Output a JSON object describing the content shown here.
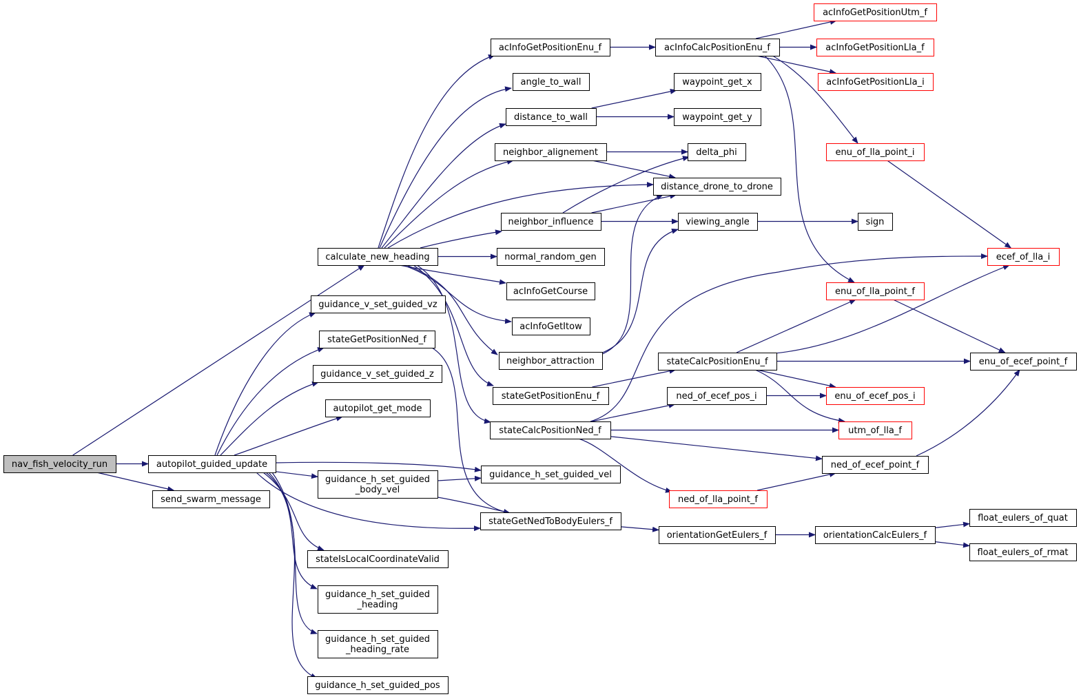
{
  "nodes": {
    "nav_fish_velocity_run": {
      "lines": [
        "nav_fish_velocity_run"
      ],
      "kind": "root"
    },
    "autopilot_guided_update": {
      "lines": [
        "autopilot_guided_update"
      ]
    },
    "calculate_new_heading": {
      "lines": [
        "calculate_new_heading"
      ]
    },
    "send_swarm_message": {
      "lines": [
        "send_swarm_message"
      ]
    },
    "acInfoGetPositionEnu_f": {
      "lines": [
        "acInfoGetPositionEnu_f"
      ]
    },
    "angle_to_wall": {
      "lines": [
        "angle_to_wall"
      ]
    },
    "distance_to_wall": {
      "lines": [
        "distance_to_wall"
      ]
    },
    "neighbor_alignement": {
      "lines": [
        "neighbor_alignement"
      ]
    },
    "neighbor_influence": {
      "lines": [
        "neighbor_influence"
      ]
    },
    "normal_random_gen": {
      "lines": [
        "normal_random_gen"
      ]
    },
    "acInfoGetCourse": {
      "lines": [
        "acInfoGetCourse"
      ]
    },
    "acInfoGetItow": {
      "lines": [
        "acInfoGetItow"
      ]
    },
    "neighbor_attraction": {
      "lines": [
        "neighbor_attraction"
      ]
    },
    "stateGetPositionEnu_f": {
      "lines": [
        "stateGetPositionEnu_f"
      ]
    },
    "stateCalcPositionNed_f": {
      "lines": [
        "stateCalcPositionNed_f"
      ]
    },
    "guidance_v_set_guided_vz": {
      "lines": [
        "guidance_v_set_guided_vz"
      ]
    },
    "stateGetPositionNed_f": {
      "lines": [
        "stateGetPositionNed_f"
      ]
    },
    "guidance_v_set_guided_z": {
      "lines": [
        "guidance_v_set_guided_z"
      ]
    },
    "autopilot_get_mode": {
      "lines": [
        "autopilot_get_mode"
      ]
    },
    "guidance_h_set_guided_body_vel": {
      "lines": [
        "guidance_h_set_guided",
        "_body_vel"
      ]
    },
    "guidance_h_set_guided_vel": {
      "lines": [
        "guidance_h_set_guided_vel"
      ]
    },
    "stateGetNedToBodyEulers_f": {
      "lines": [
        "stateGetNedToBodyEulers_f"
      ]
    },
    "stateIsLocalCoordinateValid": {
      "lines": [
        "stateIsLocalCoordinateValid"
      ]
    },
    "guidance_h_set_guided_heading": {
      "lines": [
        "guidance_h_set_guided",
        "_heading"
      ]
    },
    "guidance_h_set_guided_heading_rate": {
      "lines": [
        "guidance_h_set_guided",
        "_heading_rate"
      ]
    },
    "guidance_h_set_guided_pos": {
      "lines": [
        "guidance_h_set_guided_pos"
      ]
    },
    "acInfoCalcPositionEnu_f": {
      "lines": [
        "acInfoCalcPositionEnu_f"
      ]
    },
    "waypoint_get_x": {
      "lines": [
        "waypoint_get_x"
      ]
    },
    "waypoint_get_y": {
      "lines": [
        "waypoint_get_y"
      ]
    },
    "delta_phi": {
      "lines": [
        "delta_phi"
      ]
    },
    "distance_drone_to_drone": {
      "lines": [
        "distance_drone_to_drone"
      ]
    },
    "viewing_angle": {
      "lines": [
        "viewing_angle"
      ]
    },
    "stateCalcPositionEnu_f": {
      "lines": [
        "stateCalcPositionEnu_f"
      ]
    },
    "ned_of_ecef_pos_i": {
      "lines": [
        "ned_of_ecef_pos_i"
      ]
    },
    "ned_of_lla_point_f": {
      "lines": [
        "ned_of_lla_point_f"
      ],
      "kind": "truncated"
    },
    "orientationGetEulers_f": {
      "lines": [
        "orientationGetEulers_f"
      ]
    },
    "acInfoGetPositionUtm_f": {
      "lines": [
        "acInfoGetPositionUtm_f"
      ],
      "kind": "truncated"
    },
    "acInfoGetPositionLla_f": {
      "lines": [
        "acInfoGetPositionLla_f"
      ],
      "kind": "truncated"
    },
    "acInfoGetPositionLla_i": {
      "lines": [
        "acInfoGetPositionLla_i"
      ],
      "kind": "truncated"
    },
    "enu_of_lla_point_i": {
      "lines": [
        "enu_of_lla_point_i"
      ],
      "kind": "truncated"
    },
    "sign": {
      "lines": [
        "sign"
      ]
    },
    "enu_of_lla_point_f": {
      "lines": [
        "enu_of_lla_point_f"
      ],
      "kind": "truncated"
    },
    "enu_of_ecef_pos_i": {
      "lines": [
        "enu_of_ecef_pos_i"
      ],
      "kind": "truncated"
    },
    "utm_of_lla_f": {
      "lines": [
        "utm_of_lla_f"
      ],
      "kind": "truncated"
    },
    "ned_of_ecef_point_f": {
      "lines": [
        "ned_of_ecef_point_f"
      ]
    },
    "orientationCalcEulers_f": {
      "lines": [
        "orientationCalcEulers_f"
      ]
    },
    "ecef_of_lla_i": {
      "lines": [
        "ecef_of_lla_i"
      ],
      "kind": "truncated"
    },
    "enu_of_ecef_point_f": {
      "lines": [
        "enu_of_ecef_point_f"
      ]
    },
    "float_eulers_of_quat": {
      "lines": [
        "float_eulers_of_quat"
      ]
    },
    "float_eulers_of_rmat": {
      "lines": [
        "float_eulers_of_rmat"
      ]
    }
  },
  "edges": [
    [
      "nav_fish_velocity_run",
      "calculate_new_heading"
    ],
    [
      "nav_fish_velocity_run",
      "autopilot_guided_update"
    ],
    [
      "nav_fish_velocity_run",
      "send_swarm_message"
    ],
    [
      "calculate_new_heading",
      "acInfoGetPositionEnu_f"
    ],
    [
      "calculate_new_heading",
      "angle_to_wall"
    ],
    [
      "calculate_new_heading",
      "distance_to_wall"
    ],
    [
      "calculate_new_heading",
      "neighbor_alignement"
    ],
    [
      "calculate_new_heading",
      "distance_drone_to_drone"
    ],
    [
      "calculate_new_heading",
      "neighbor_influence"
    ],
    [
      "calculate_new_heading",
      "normal_random_gen"
    ],
    [
      "calculate_new_heading",
      "acInfoGetCourse"
    ],
    [
      "calculate_new_heading",
      "acInfoGetItow"
    ],
    [
      "calculate_new_heading",
      "neighbor_attraction"
    ],
    [
      "calculate_new_heading",
      "stateGetPositionEnu_f"
    ],
    [
      "calculate_new_heading",
      "stateCalcPositionNed_f"
    ],
    [
      "autopilot_guided_update",
      "guidance_v_set_guided_vz"
    ],
    [
      "autopilot_guided_update",
      "stateGetPositionNed_f"
    ],
    [
      "autopilot_guided_update",
      "guidance_v_set_guided_z"
    ],
    [
      "autopilot_guided_update",
      "autopilot_get_mode"
    ],
    [
      "autopilot_guided_update",
      "guidance_h_set_guided_vel"
    ],
    [
      "autopilot_guided_update",
      "guidance_h_set_guided_body_vel"
    ],
    [
      "autopilot_guided_update",
      "stateGetNedToBodyEulers_f"
    ],
    [
      "autopilot_guided_update",
      "stateIsLocalCoordinateValid"
    ],
    [
      "autopilot_guided_update",
      "guidance_h_set_guided_heading"
    ],
    [
      "autopilot_guided_update",
      "guidance_h_set_guided_heading_rate"
    ],
    [
      "autopilot_guided_update",
      "guidance_h_set_guided_pos"
    ],
    [
      "stateGetPositionNed_f",
      "stateGetNedToBodyEulers_f"
    ],
    [
      "guidance_h_set_guided_body_vel",
      "guidance_h_set_guided_vel"
    ],
    [
      "guidance_h_set_guided_body_vel",
      "stateGetNedToBodyEulers_f"
    ],
    [
      "acInfoGetPositionEnu_f",
      "acInfoCalcPositionEnu_f"
    ],
    [
      "distance_to_wall",
      "waypoint_get_x"
    ],
    [
      "distance_to_wall",
      "waypoint_get_y"
    ],
    [
      "neighbor_alignement",
      "delta_phi"
    ],
    [
      "neighbor_alignement",
      "distance_drone_to_drone"
    ],
    [
      "neighbor_influence",
      "delta_phi"
    ],
    [
      "neighbor_influence",
      "distance_drone_to_drone"
    ],
    [
      "neighbor_influence",
      "viewing_angle"
    ],
    [
      "neighbor_attraction",
      "distance_drone_to_drone"
    ],
    [
      "neighbor_attraction",
      "viewing_angle"
    ],
    [
      "stateGetPositionEnu_f",
      "stateCalcPositionEnu_f"
    ],
    [
      "stateCalcPositionNed_f",
      "ecef_of_lla_i"
    ],
    [
      "stateCalcPositionNed_f",
      "ned_of_ecef_pos_i"
    ],
    [
      "stateCalcPositionNed_f",
      "utm_of_lla_f"
    ],
    [
      "stateCalcPositionNed_f",
      "ned_of_ecef_point_f"
    ],
    [
      "stateCalcPositionNed_f",
      "ned_of_lla_point_f"
    ],
    [
      "stateGetNedToBodyEulers_f",
      "orientationGetEulers_f"
    ],
    [
      "acInfoCalcPositionEnu_f",
      "acInfoGetPositionUtm_f"
    ],
    [
      "acInfoCalcPositionEnu_f",
      "acInfoGetPositionLla_f"
    ],
    [
      "acInfoCalcPositionEnu_f",
      "acInfoGetPositionLla_i"
    ],
    [
      "acInfoCalcPositionEnu_f",
      "enu_of_lla_point_i"
    ],
    [
      "acInfoCalcPositionEnu_f",
      "enu_of_lla_point_f"
    ],
    [
      "viewing_angle",
      "sign"
    ],
    [
      "stateCalcPositionEnu_f",
      "enu_of_lla_point_f"
    ],
    [
      "stateCalcPositionEnu_f",
      "ecef_of_lla_i"
    ],
    [
      "stateCalcPositionEnu_f",
      "enu_of_ecef_point_f"
    ],
    [
      "stateCalcPositionEnu_f",
      "enu_of_ecef_pos_i"
    ],
    [
      "stateCalcPositionEnu_f",
      "utm_of_lla_f"
    ],
    [
      "ned_of_ecef_pos_i",
      "enu_of_ecef_pos_i"
    ],
    [
      "ned_of_lla_point_f",
      "ned_of_ecef_point_f"
    ],
    [
      "orientationGetEulers_f",
      "orientationCalcEulers_f"
    ],
    [
      "enu_of_lla_point_i",
      "ecef_of_lla_i"
    ],
    [
      "enu_of_lla_point_f",
      "enu_of_ecef_point_f"
    ],
    [
      "ned_of_ecef_point_f",
      "enu_of_ecef_point_f"
    ],
    [
      "orientationCalcEulers_f",
      "float_eulers_of_quat"
    ],
    [
      "orientationCalcEulers_f",
      "float_eulers_of_rmat"
    ]
  ]
}
